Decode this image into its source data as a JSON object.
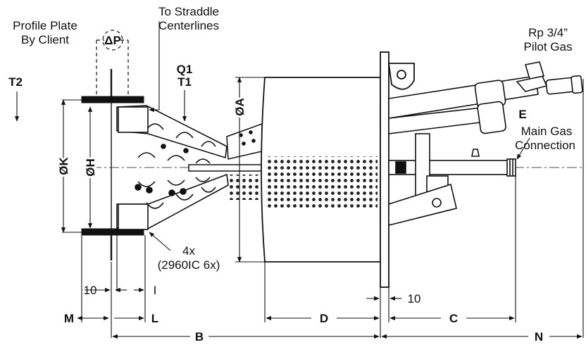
{
  "labels": {
    "profile_plate_line1": "Profile Plate",
    "profile_plate_line2": "By Client",
    "to_straddle_line1": "To Straddle",
    "to_straddle_line2": "Centerlines",
    "delta_p": "ΔP",
    "q1": "Q1",
    "t1": "T1",
    "t2": "T2",
    "dim_a": "ØA",
    "dim_k": "ØK",
    "dim_h": "ØH",
    "pilot_line1": "Rp 3/4”",
    "pilot_line2": "Pilot Gas",
    "e": "E",
    "main_gas_line1": "Main Gas",
    "main_gas_line2": "Connection",
    "count_line1": "4x",
    "count_line2": "(2960IC 6x)",
    "dim_10_left": "10",
    "dim_i": "I",
    "dim_10_right": "10",
    "dim_m": "M",
    "dim_l": "L",
    "dim_d": "D",
    "dim_c": "C",
    "dim_b": "B",
    "dim_n": "N"
  }
}
